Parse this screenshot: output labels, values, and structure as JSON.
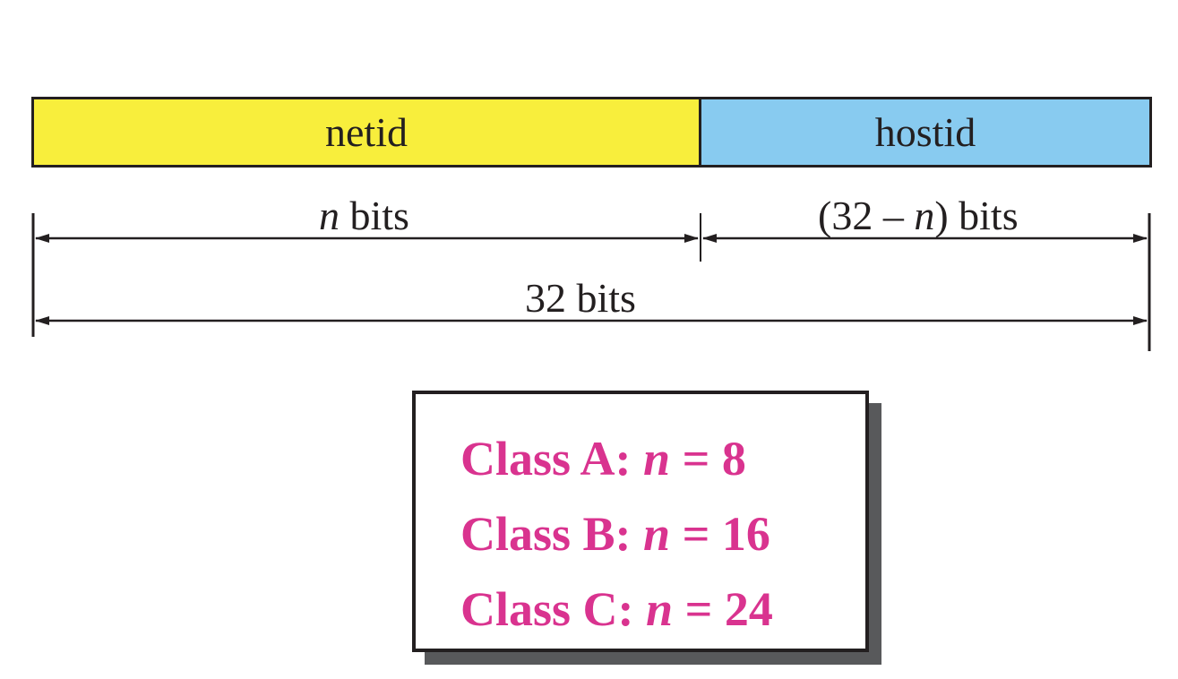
{
  "fields": {
    "netid_label": "netid",
    "hostid_label": "hostid",
    "netid_color": "#f8ee3c",
    "hostid_color": "#88cbf0"
  },
  "dimensions": {
    "netid_width_var": "n",
    "netid_width_suffix": " bits",
    "hostid_width_prefix": "(32 – ",
    "hostid_width_var": "n",
    "hostid_width_suffix": ") bits",
    "total_width": "32 bits"
  },
  "classes": [
    {
      "label": "Class A: ",
      "var": "n",
      "value": " = 8"
    },
    {
      "label": "Class B: ",
      "var": "n",
      "value": " = 16"
    },
    {
      "label": "Class C: ",
      "var": "n",
      "value": " = 24"
    }
  ],
  "class_text_color": "#d9338f"
}
